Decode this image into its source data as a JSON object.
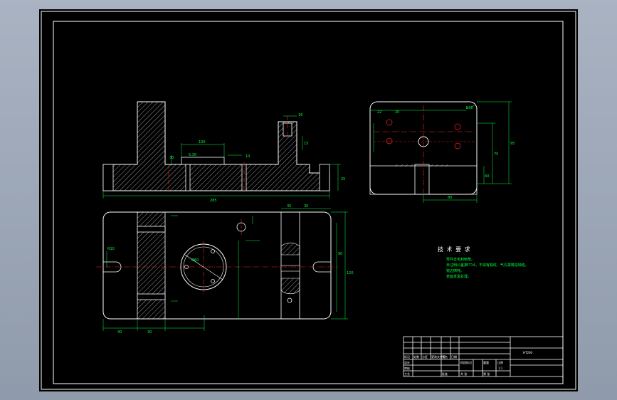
{
  "colors": {
    "background": "#000000",
    "outline": "#ffffff",
    "dimension": "#00ff40",
    "centerline": "#ff2020",
    "hatch": "#ffffff"
  },
  "front_view_dims": {
    "overall_width": "285",
    "slot_width": "100",
    "top_slot": "16",
    "right_height": "25",
    "post_offset": "15",
    "rib_width": "10",
    "small_left": "5.30",
    "base_height": "30"
  },
  "plan_view_dims": {
    "left_offset": "40",
    "lug_width": "30",
    "right_gap": "35",
    "left_slot": "R10",
    "hole_dia": "Ø60",
    "post_width": "30",
    "height_total": "120",
    "inner_height": "90"
  },
  "side_view_dims": {
    "top_a": "22",
    "top_b": "20",
    "corner_r": "R10",
    "bottom_width": "80",
    "height_total": "95",
    "height_a": "75",
    "height_b": "40"
  },
  "tech_requirements": {
    "title": "技 术 要 求",
    "notes": [
      "零件去毛刺倒角。",
      "未注明公差按IT14，不得有裂纹、气孔等铸造缺陷。",
      "锐边倒钝。",
      "表面发黑处理。"
    ]
  },
  "title_block": {
    "material": "HT200",
    "scale": "1:1",
    "labels": [
      "标记",
      "处数",
      "分区",
      "更改文件号",
      "签名",
      "日期"
    ],
    "roles": [
      "设计",
      "审核",
      "工艺",
      "批准"
    ],
    "stage_labels": [
      "阶段标记",
      "重量",
      "比例"
    ],
    "sheet": [
      "共 张",
      "第 张"
    ]
  }
}
